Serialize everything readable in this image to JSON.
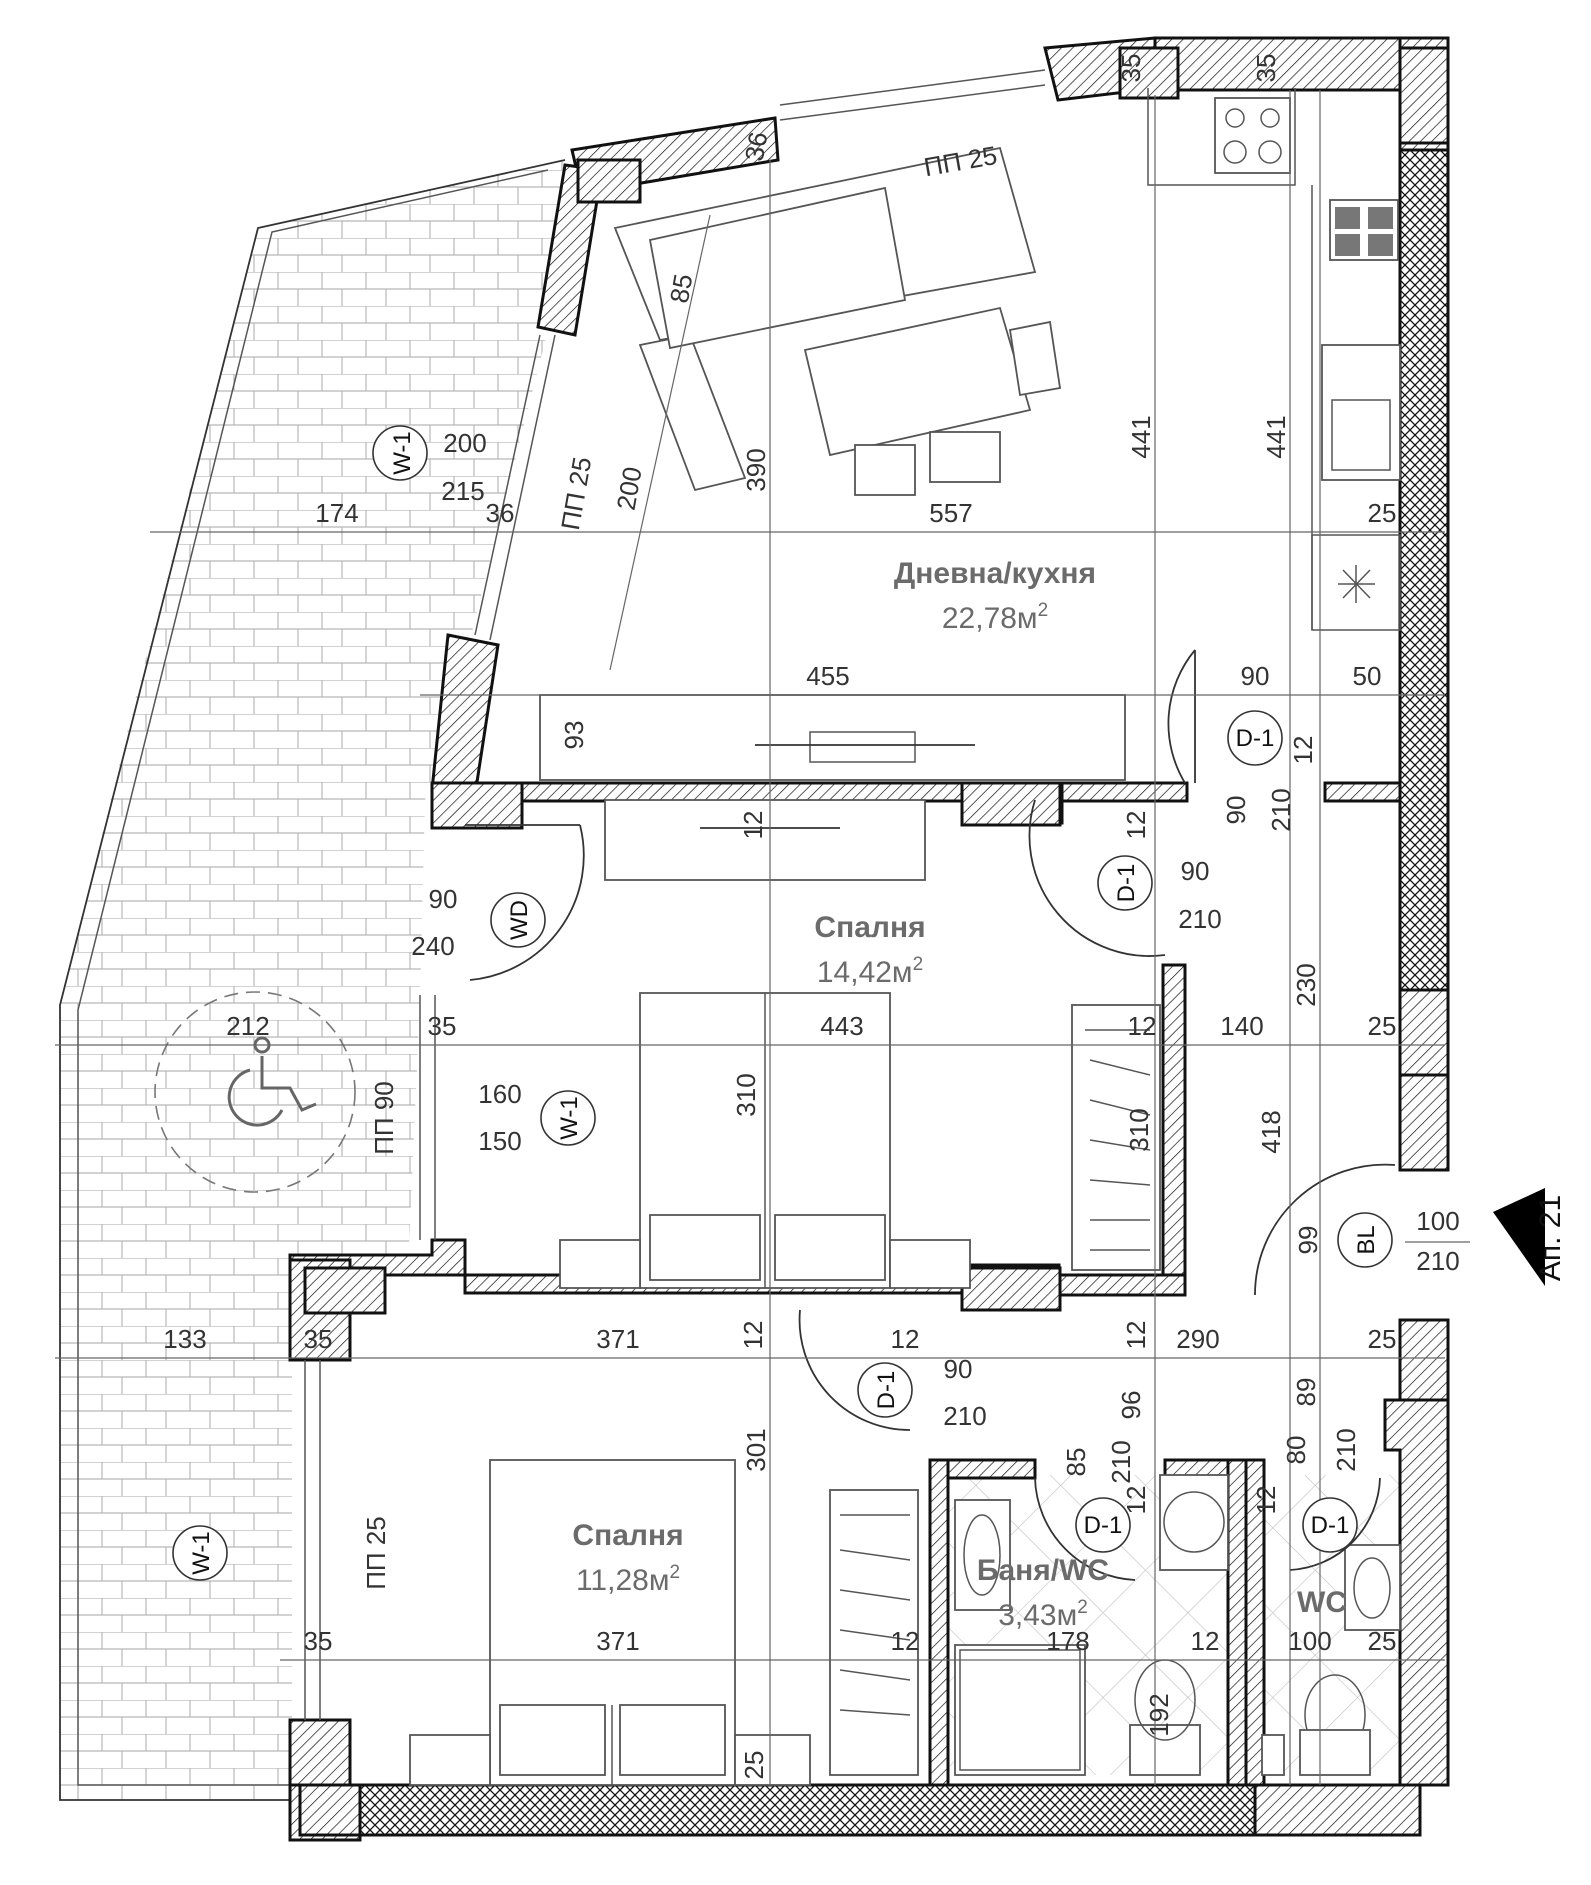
{
  "rooms": {
    "living": {
      "name": "Дневна/кухня",
      "area": "22,78м",
      "sup": "2"
    },
    "bedroom1": {
      "name": "Спалня",
      "area": "14,42м",
      "sup": "2"
    },
    "bedroom2": {
      "name": "Спалня",
      "area": "11,28м",
      "sup": "2"
    },
    "bath": {
      "name": "Баня/WC",
      "area": "3,43м",
      "sup": "2"
    },
    "wc": {
      "name": "WC"
    }
  },
  "tags": {
    "w1": "W-1",
    "d1": "D-1",
    "wd": "WD",
    "bl": "BL",
    "pp25": "ПП 25",
    "pp90": "ПП 90"
  },
  "apartment_ref": "Ап. 21",
  "dims": {
    "d174": "174",
    "d557": "557",
    "d25": "25",
    "d36": "36",
    "d200": "200",
    "d215": "215",
    "d390": "390",
    "d441": "441",
    "d85": "85",
    "d35": "35",
    "d455": "455",
    "d90": "90",
    "d50": "50",
    "d93": "93",
    "d12": "12",
    "d210": "210",
    "d240": "240",
    "d230": "230",
    "d212": "212",
    "d443": "443",
    "d140": "140",
    "d160": "160",
    "d150": "150",
    "d310": "310",
    "d418": "418",
    "d99": "99",
    "d100": "100",
    "d133": "133",
    "d371": "371",
    "d290": "290",
    "d301": "301",
    "d96": "96",
    "d89": "89",
    "d80": "80",
    "d178": "178",
    "d192": "192"
  },
  "colors": {
    "line": "#111111",
    "text": "#333333",
    "room_label": "#6b6b6b"
  }
}
